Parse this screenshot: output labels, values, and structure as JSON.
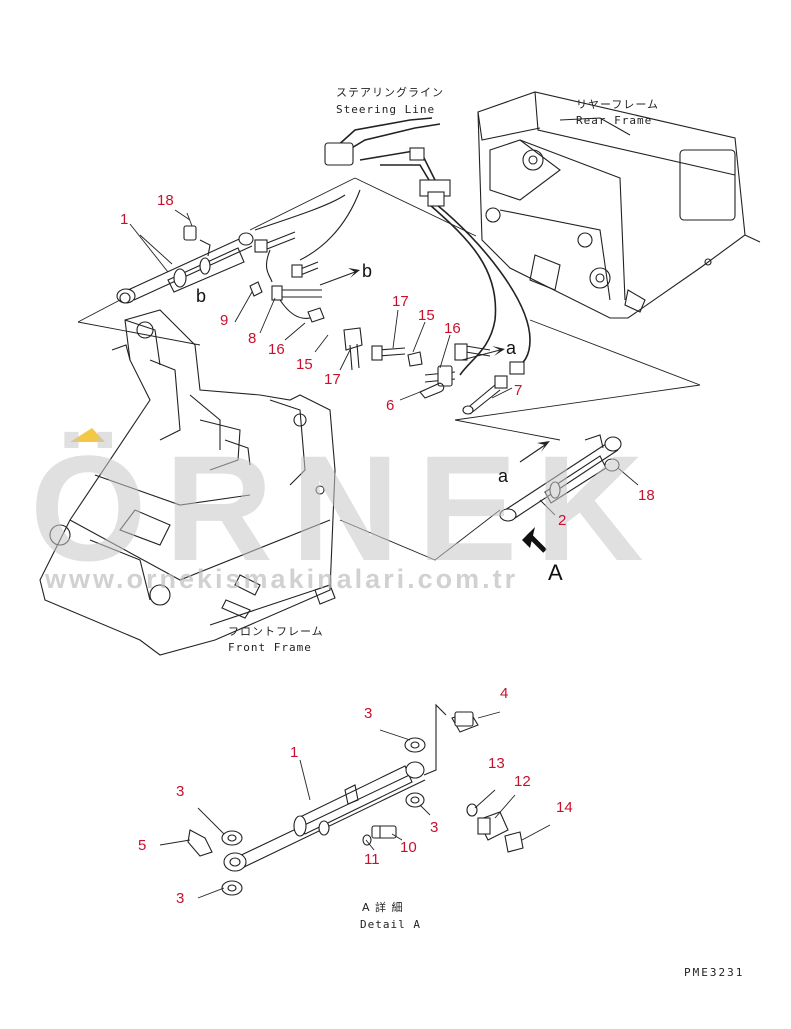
{
  "labels": {
    "steering_line_jp": "ステアリングライン",
    "steering_line_en": "Steering Line",
    "rear_frame_jp": "リヤーフレーム",
    "rear_frame_en": "Rear Frame",
    "front_frame_jp": "フロントフレーム",
    "front_frame_en": "Front Frame",
    "detail_jp": "A 詳 細",
    "detail_en": "Detail A",
    "drawing_code": "PME3231"
  },
  "letters": {
    "b_top": "b",
    "b_left": "b",
    "a_top": "a",
    "a_mid": "a",
    "A_view": "A"
  },
  "callouts": {
    "c1_top": "1",
    "c18_top": "18",
    "c9": "9",
    "c8": "8",
    "c16_left": "16",
    "c15_left": "15",
    "c17_left": "17",
    "c17_mid": "17",
    "c15_mid": "15",
    "c16_mid": "16",
    "c6": "6",
    "c7": "7",
    "c18_right": "18",
    "c2": "2",
    "c3_top": "3",
    "c4": "4",
    "c1_detail": "1",
    "c13": "13",
    "c12": "12",
    "c3_left": "3",
    "c3_mid": "3",
    "c5": "5",
    "c11": "11",
    "c10": "10",
    "c14": "14",
    "c3_bottom": "3"
  },
  "watermark": {
    "brand": "ÖRNEK",
    "url": "www.ornekismakinalari.com.tr",
    "accent_color": "#f2c230"
  },
  "colors": {
    "callout": "#c8102e",
    "line": "#222222",
    "watermark": "#c7c7c7"
  }
}
